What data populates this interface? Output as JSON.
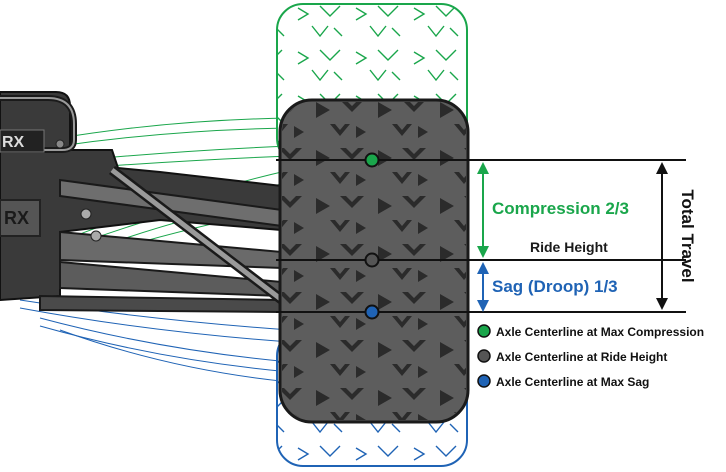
{
  "labels": {
    "compression": "Compression 2/3",
    "ride_height": "Ride Height",
    "sag": "Sag (Droop) 1/3",
    "total_travel": "Total Travel"
  },
  "logo_text": "RX",
  "legend": [
    {
      "label": "Axle Centerline at Max Compression",
      "color": "#1aa64b"
    },
    {
      "label": "Axle Centerline at Ride Height",
      "color": "#555555"
    },
    {
      "label": "Axle Centerline at Max Sag",
      "color": "#1f63b5"
    }
  ],
  "colors": {
    "compression": "#1aa64b",
    "ride_height": "#555555",
    "sag": "#1f63b5",
    "tire": "#5d5d5d",
    "tread": "#2a2a2a",
    "outline_green": "#1aa64b",
    "outline_blue": "#1f63b5"
  }
}
